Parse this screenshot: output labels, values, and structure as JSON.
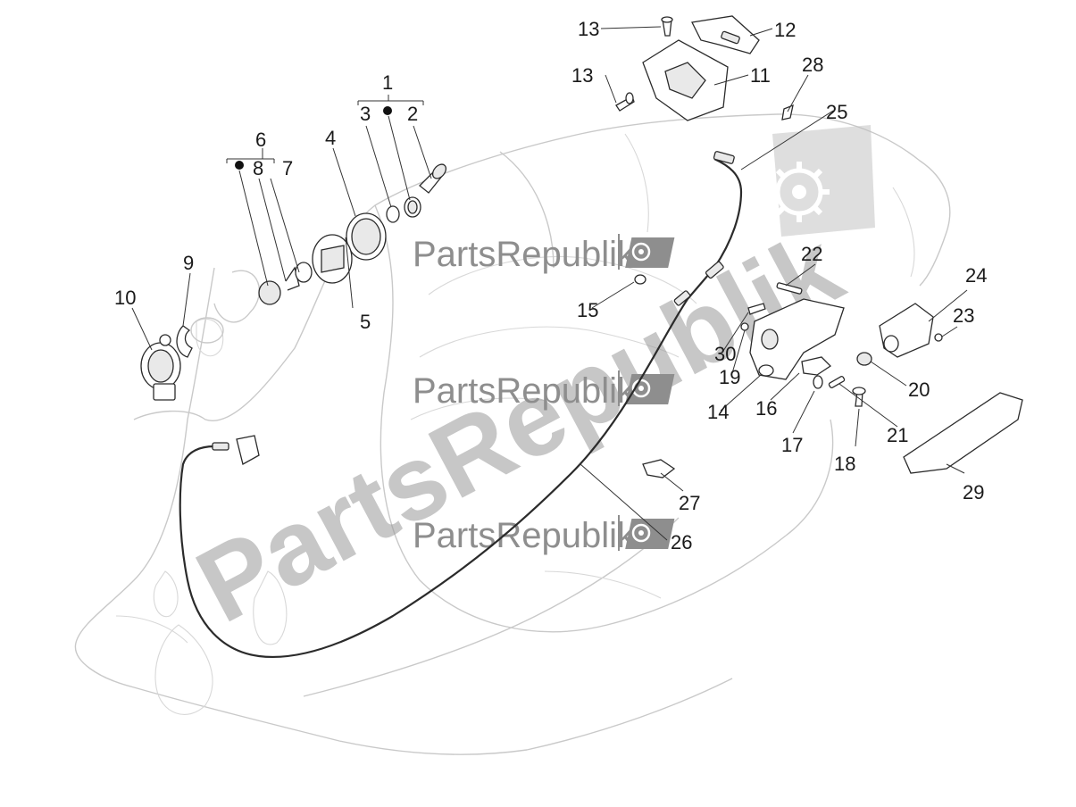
{
  "watermark": {
    "small_text": "PartsRepublik",
    "big_text": "PartsRepublik"
  },
  "callouts": [
    {
      "id": "c1",
      "label": "1"
    },
    {
      "id": "c2",
      "label": "2"
    },
    {
      "id": "c3",
      "label": "3"
    },
    {
      "id": "c4",
      "label": "4"
    },
    {
      "id": "c5",
      "label": "5"
    },
    {
      "id": "c6",
      "label": "6"
    },
    {
      "id": "c7",
      "label": "7"
    },
    {
      "id": "c8",
      "label": "8"
    },
    {
      "id": "c9",
      "label": "9"
    },
    {
      "id": "c10",
      "label": "10"
    },
    {
      "id": "c11",
      "label": "11"
    },
    {
      "id": "c12",
      "label": "12"
    },
    {
      "id": "c13a",
      "label": "13"
    },
    {
      "id": "c13b",
      "label": "13"
    },
    {
      "id": "c14",
      "label": "14"
    },
    {
      "id": "c15",
      "label": "15"
    },
    {
      "id": "c16",
      "label": "16"
    },
    {
      "id": "c17",
      "label": "17"
    },
    {
      "id": "c18",
      "label": "18"
    },
    {
      "id": "c19",
      "label": "19"
    },
    {
      "id": "c20",
      "label": "20"
    },
    {
      "id": "c21",
      "label": "21"
    },
    {
      "id": "c22",
      "label": "22"
    },
    {
      "id": "c23",
      "label": "23"
    },
    {
      "id": "c24",
      "label": "24"
    },
    {
      "id": "c25",
      "label": "25"
    },
    {
      "id": "c26",
      "label": "26"
    },
    {
      "id": "c27",
      "label": "27"
    },
    {
      "id": "c28",
      "label": "28"
    },
    {
      "id": "c29",
      "label": "29"
    },
    {
      "id": "c30",
      "label": "30"
    }
  ]
}
